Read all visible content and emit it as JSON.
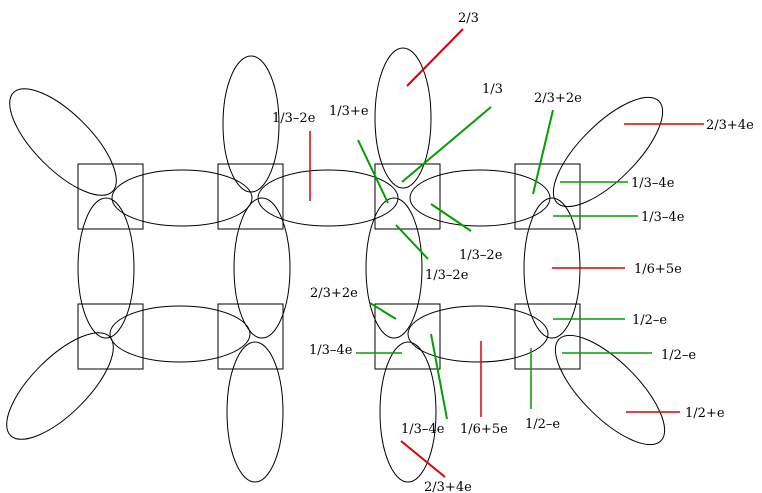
{
  "colors": {
    "outline": "#000000",
    "red": "#e00000",
    "green": "#00a000",
    "background": "#ffffff"
  },
  "labels": {
    "top_two_thirds": "2/3",
    "one_third": "1/3",
    "one_third_minus_2e_top": "1/3–2e",
    "one_third_plus_e": "1/3+e",
    "two_thirds_plus_2e_top": "2/3+2e",
    "two_thirds_plus_4e_right": "2/3+4e",
    "one_third_minus_4e_a": "1/3–4e",
    "one_third_minus_4e_b": "1/3–4e",
    "one_third_minus_2e_mid": "1/3–2e",
    "one_third_minus_2e_low": "1/3–2e",
    "one_sixth_plus_5e_right": "1/6+5e",
    "two_thirds_plus_2e_low": "2/3+2e",
    "one_half_minus_e_a": "1/2–e",
    "one_third_minus_4e_left": "1/3–4e",
    "one_half_minus_e_b": "1/2–e",
    "one_half_plus_e": "1/2+e",
    "one_third_minus_4e_bottom": "1/3–4e",
    "one_sixth_plus_5e_bottom": "1/6+5e",
    "one_half_minus_e_bottom": "1/2–e",
    "two_thirds_plus_4e_bottom": "2/3+4e"
  }
}
